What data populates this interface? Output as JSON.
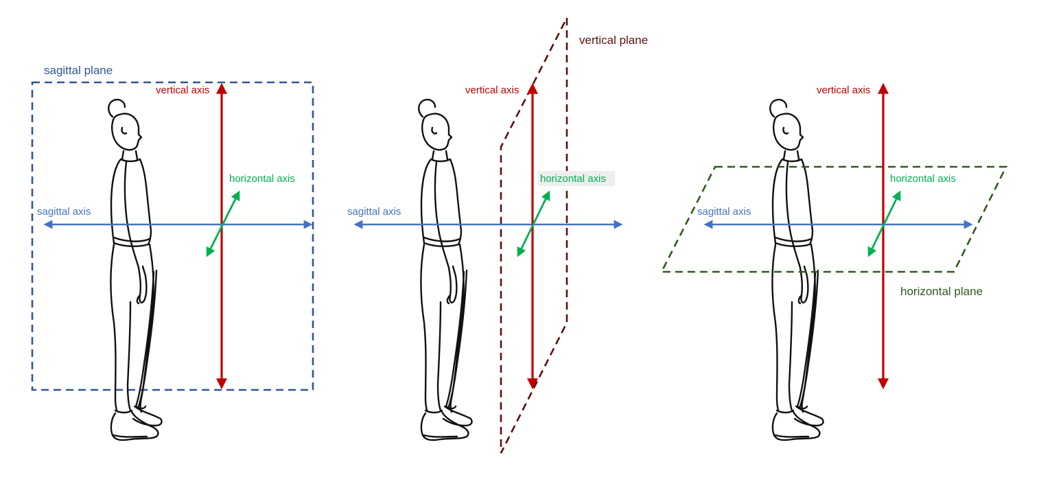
{
  "colors": {
    "vertical_axis": "#c00000",
    "sagittal_axis": "#4472c4",
    "horizontal_axis": "#00b050",
    "sagittal_plane": "#2f5597",
    "vertical_plane": "#5a0f0f",
    "horizontal_plane": "#2e5a1c",
    "figure_outline": "#111111"
  },
  "panels": [
    {
      "id": "sagittal",
      "plane_label": "sagittal plane",
      "vertical_axis_label": "vertical axis",
      "sagittal_axis_label": "sagittal axis",
      "horizontal_axis_label": "horizontal axis"
    },
    {
      "id": "vertical",
      "plane_label": "vertical plane",
      "vertical_axis_label": "vertical axis",
      "sagittal_axis_label": "sagittal axis",
      "horizontal_axis_label": "horizontal axis"
    },
    {
      "id": "horizontal",
      "plane_label": "horizontal plane",
      "vertical_axis_label": "vertical axis",
      "sagittal_axis_label": "sagittal axis",
      "horizontal_axis_label": "horizontal axis"
    }
  ]
}
